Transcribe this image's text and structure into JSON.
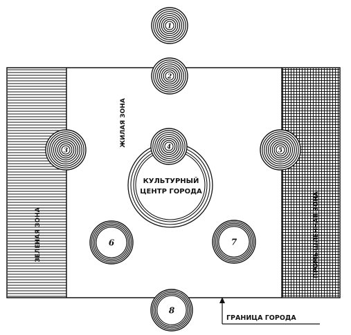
{
  "labels": {
    "green_zone": "ЗЕЛЕНАЯ ЗОНА",
    "living_zone": "ЖИЛАЯ ЗОНА",
    "industrial_zone": "ПРОМЫШЛЕННАЯ ЗОНА",
    "cultural_center_line1": "КУЛЬТУРНЫЙ",
    "cultural_center_line2": "ЦЕНТР ГОРОДА",
    "city_boundary": "ГРАНИЦА ГОРОДА"
  },
  "nodes": [
    {
      "id": "1"
    },
    {
      "id": "2"
    },
    {
      "id": "3"
    },
    {
      "id": "4"
    },
    {
      "id": "5"
    },
    {
      "id": "6"
    },
    {
      "id": "7"
    },
    {
      "id": "8"
    }
  ],
  "colors": {
    "ink": "#111111",
    "paper": "#ffffff"
  }
}
